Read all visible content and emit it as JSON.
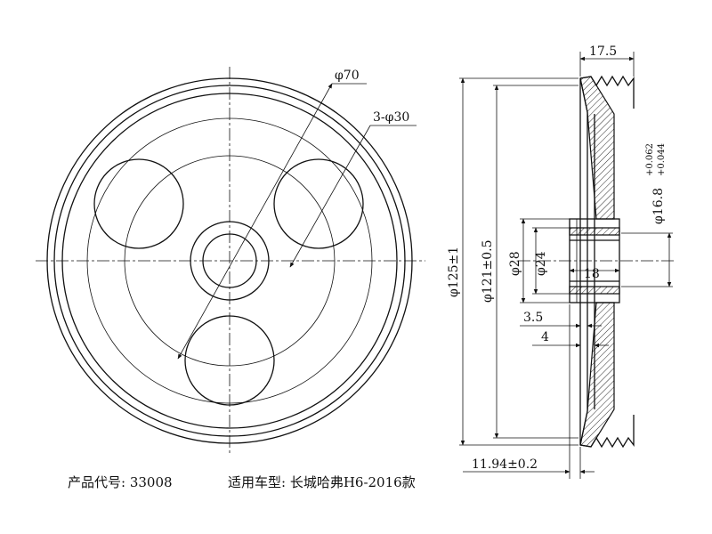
{
  "dimensions": {
    "pcd": "φ70",
    "holes": "3-φ30",
    "width": "17.5",
    "outer_diameter": "φ125±1",
    "inner_diameter": "φ121±0.5",
    "hub_diameter": "φ28",
    "bore_flange_diameter": "φ24",
    "shaft_diameter": "φ16.8",
    "shaft_tol_upper": "+0.062",
    "shaft_tol_lower": "+0.044",
    "hub_length": "18",
    "dim_3_5": "3.5",
    "dim_4": "4",
    "offset": "11.94±0.2"
  },
  "caption": {
    "product_code": "产品代号: 33008",
    "vehicle": "适用车型: 长城哈弗H6-2016款"
  }
}
